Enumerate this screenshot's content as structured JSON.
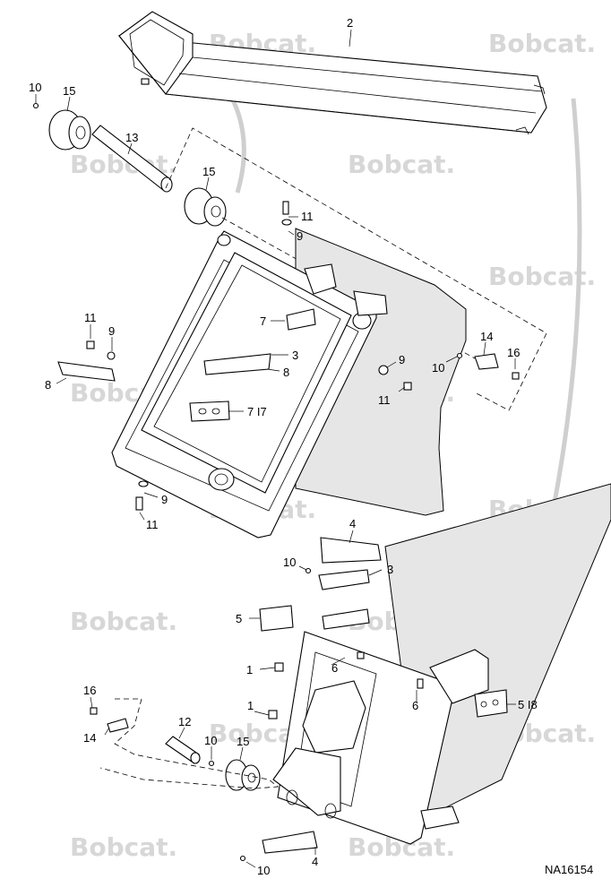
{
  "drawing": {
    "reference_number": "NA16154",
    "watermark_text": "Bobcat.",
    "callouts": [
      {
        "id": "c2",
        "label": "2"
      },
      {
        "id": "c10a",
        "label": "10"
      },
      {
        "id": "c15a",
        "label": "15"
      },
      {
        "id": "c13",
        "label": "13"
      },
      {
        "id": "c15b",
        "label": "15"
      },
      {
        "id": "c11a",
        "label": "11"
      },
      {
        "id": "c9a",
        "label": "9"
      },
      {
        "id": "c7a",
        "label": "7"
      },
      {
        "id": "c11b",
        "label": "11"
      },
      {
        "id": "c9b",
        "label": "9"
      },
      {
        "id": "c3a",
        "label": "3"
      },
      {
        "id": "c8a",
        "label": "8"
      },
      {
        "id": "c8b",
        "label": "8"
      },
      {
        "id": "c9c",
        "label": "9"
      },
      {
        "id": "c10b",
        "label": "10"
      },
      {
        "id": "c14a",
        "label": "14"
      },
      {
        "id": "c16a",
        "label": "16"
      },
      {
        "id": "c11c",
        "label": "11"
      },
      {
        "id": "c717",
        "label": "7 I7"
      },
      {
        "id": "c9d",
        "label": "9"
      },
      {
        "id": "c11d",
        "label": "11"
      },
      {
        "id": "c4a",
        "label": "4"
      },
      {
        "id": "c10c",
        "label": "10"
      },
      {
        "id": "c3b",
        "label": "3"
      },
      {
        "id": "c5a",
        "label": "5"
      },
      {
        "id": "c1a",
        "label": "1"
      },
      {
        "id": "c6a",
        "label": "6"
      },
      {
        "id": "c6b",
        "label": "6"
      },
      {
        "id": "c16b",
        "label": "16"
      },
      {
        "id": "c1b",
        "label": "1"
      },
      {
        "id": "c518",
        "label": "5 I8"
      },
      {
        "id": "c12",
        "label": "12"
      },
      {
        "id": "c14b",
        "label": "14"
      },
      {
        "id": "c10d",
        "label": "10"
      },
      {
        "id": "c15c",
        "label": "15"
      },
      {
        "id": "c4b",
        "label": "4"
      },
      {
        "id": "c10e",
        "label": "10"
      }
    ]
  }
}
